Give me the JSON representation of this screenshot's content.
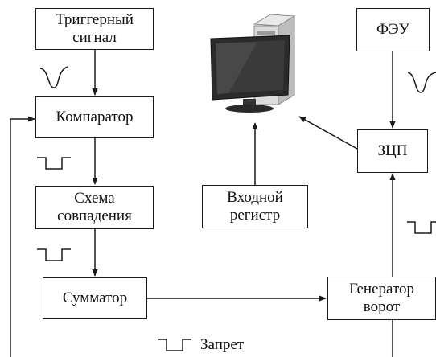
{
  "blocks": {
    "trigger": "Триггерный\nсигнал",
    "comparator": "Компаратор",
    "coincidence": "Схема\nсовпадения",
    "adder": "Сумматор",
    "gate_generator": "Генератор\nворот",
    "pmt": "ФЭУ",
    "adc": "ЗЦП",
    "input_register": "Входной\nрегистр"
  },
  "legend": {
    "inhibit": "Запрет"
  },
  "icons": {
    "computer": "computer-icon",
    "negative_pulse": "negative-pulse-icon",
    "gate_pulse": "gate-pulse-icon"
  },
  "colors": {
    "line": "#1a1a1a",
    "box_border": "#1a1a1a"
  }
}
